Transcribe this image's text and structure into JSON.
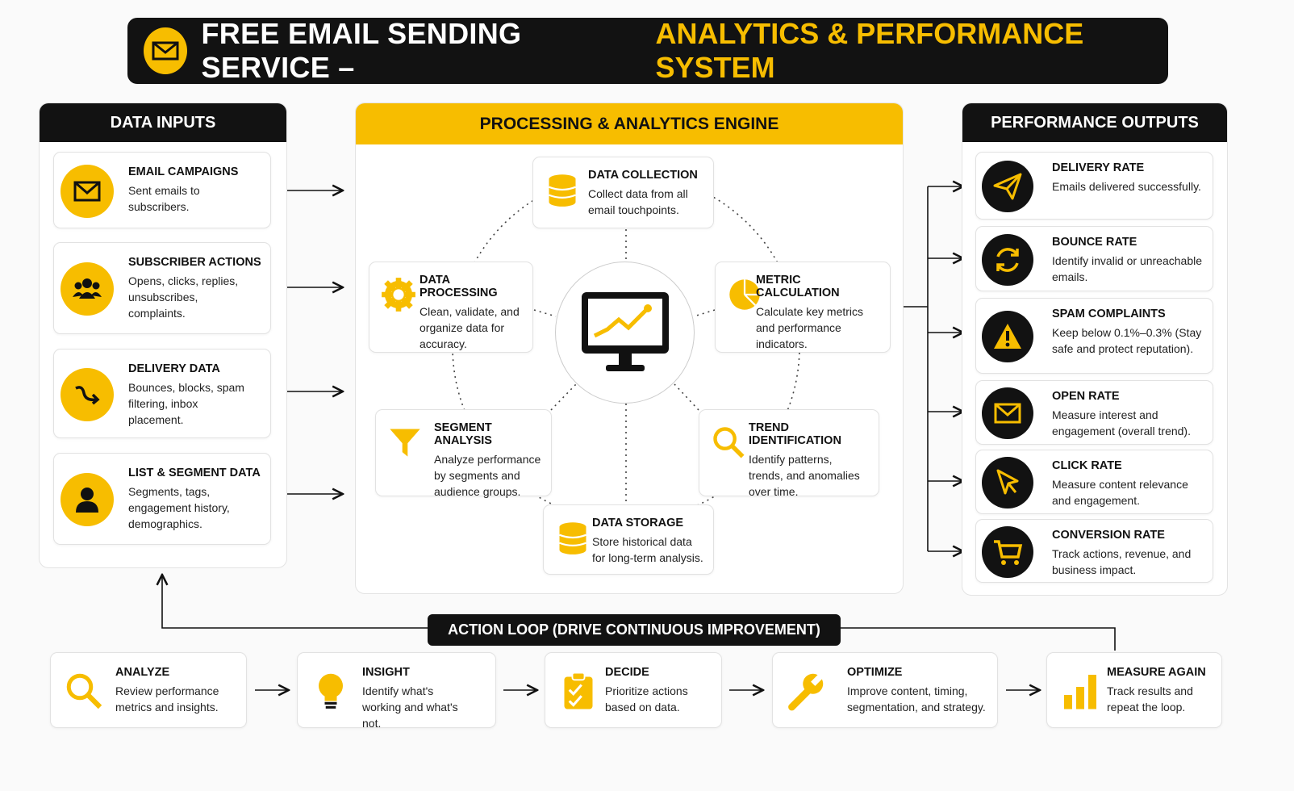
{
  "title": {
    "main": "FREE EMAIL SENDING SERVICE –",
    "accent": "ANALYTICS & PERFORMANCE SYSTEM",
    "icon": "envelope-icon"
  },
  "inputs": {
    "heading": "DATA INPUTS",
    "items": [
      {
        "title": "EMAIL CAMPAIGNS",
        "desc": "Sent emails to subscribers.",
        "icon": "envelope"
      },
      {
        "title": "SUBSCRIBER ACTIONS",
        "desc": "Opens, clicks, replies, unsubscribes, complaints.",
        "icon": "users"
      },
      {
        "title": "DELIVERY DATA",
        "desc": "Bounces, blocks, spam filtering, inbox placement.",
        "icon": "route"
      },
      {
        "title": "LIST & SEGMENT DATA",
        "desc": "Segments, tags, engagement history, demographics.",
        "icon": "user"
      }
    ]
  },
  "engine": {
    "heading": "PROCESSING & ANALYTICS ENGINE",
    "center_icon": "monitor-chart",
    "items": [
      {
        "title": "DATA COLLECTION",
        "desc": "Collect data from all email touchpoints.",
        "icon": "database"
      },
      {
        "title": "DATA PROCESSING",
        "desc": "Clean, validate, and organize data for accuracy.",
        "icon": "gear"
      },
      {
        "title": "METRIC CALCULATION",
        "desc": "Calculate key metrics and performance indicators.",
        "icon": "pie"
      },
      {
        "title": "SEGMENT ANALYSIS",
        "desc": "Analyze performance by segments and audience groups.",
        "icon": "funnel"
      },
      {
        "title": "TREND IDENTIFICATION",
        "desc": "Identify patterns, trends, and anomalies over time.",
        "icon": "search"
      },
      {
        "title": "DATA STORAGE",
        "desc": "Store historical data for long-term analysis.",
        "icon": "database"
      }
    ]
  },
  "outputs": {
    "heading": "PERFORMANCE OUTPUTS",
    "items": [
      {
        "title": "DELIVERY RATE",
        "desc": "Emails delivered successfully.",
        "icon": "paper-plane"
      },
      {
        "title": "BOUNCE RATE",
        "desc": "Identify invalid or unreachable emails.",
        "icon": "refresh"
      },
      {
        "title": "SPAM COMPLAINTS",
        "desc": "Keep below 0.1%–0.3% (Stay safe and protect reputation).",
        "icon": "warning"
      },
      {
        "title": "OPEN RATE",
        "desc": "Measure interest and engagement (overall trend).",
        "icon": "envelope"
      },
      {
        "title": "CLICK RATE",
        "desc": "Measure content relevance and engagement.",
        "icon": "cursor"
      },
      {
        "title": "CONVERSION RATE",
        "desc": "Track actions, revenue, and business impact.",
        "icon": "cart"
      }
    ]
  },
  "loop": {
    "label": "ACTION LOOP (DRIVE CONTINUOUS IMPROVEMENT)",
    "steps": [
      {
        "title": "ANALYZE",
        "desc": "Review performance metrics and insights.",
        "icon": "search"
      },
      {
        "title": "INSIGHT",
        "desc": "Identify what's working and what's not.",
        "icon": "bulb"
      },
      {
        "title": "DECIDE",
        "desc": "Prioritize actions based on data.",
        "icon": "clipboard"
      },
      {
        "title": "OPTIMIZE",
        "desc": "Improve content, timing, segmentation, and strategy.",
        "icon": "wrench"
      },
      {
        "title": "MEASURE AGAIN",
        "desc": "Track results and repeat the loop.",
        "icon": "bars"
      }
    ]
  },
  "colors": {
    "accent": "#f7bd00",
    "dark": "#121212"
  }
}
